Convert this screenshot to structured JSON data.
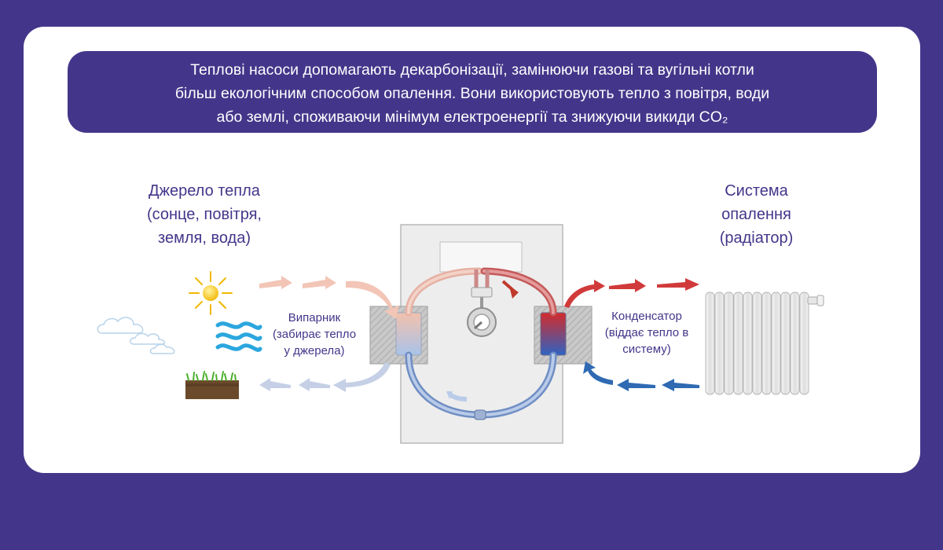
{
  "banner": {
    "line1": "Теплові насоси допомагають декарбонізації, замінюючи газові та вугільні котли",
    "line2": "більш екологічним способом опалення. Вони використовують тепло з повітря, води",
    "line3": "або землі, споживаючи мінімум електроенергії та знижуючи викиди CO₂"
  },
  "heat_source": {
    "line1": "Джерело тепла",
    "line2": "(сонце, повітря,",
    "line3": "земля, вода)"
  },
  "heating_system": {
    "line1": "Система",
    "line2": "опалення",
    "line3": "(радіатор)"
  },
  "evaporator": {
    "line1": "Випарник",
    "line2": "(забирає тепло",
    "line3": "у джерела)"
  },
  "condenser": {
    "line1": "Конденсатор",
    "line2": "(віддає тепло в",
    "line3": "систему)"
  },
  "colors": {
    "background": "#43368a",
    "card": "#ffffff",
    "warm": "#d13a3a",
    "cold": "#2f6ab3"
  },
  "icons": [
    "sun-icon",
    "cloud-icon",
    "air-waves-icon",
    "soil-icon",
    "radiator-icon",
    "compressor-icon"
  ]
}
